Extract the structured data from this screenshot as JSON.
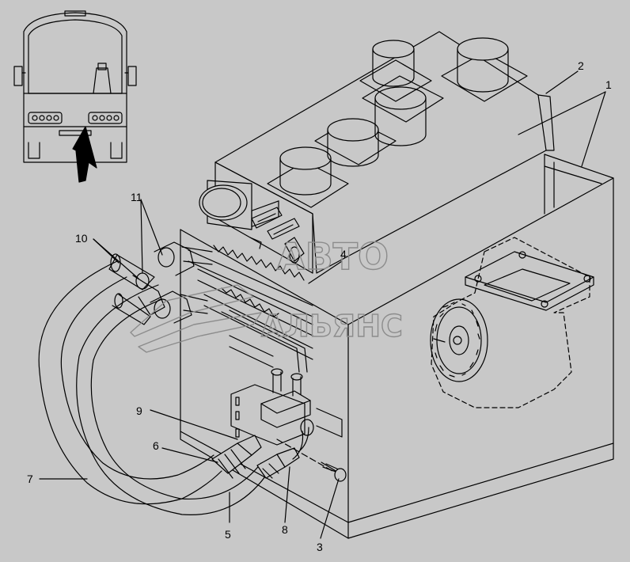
{
  "callouts": {
    "c1": "1",
    "c2": "2",
    "c3": "3",
    "c4": "4",
    "c5": "5",
    "c6": "6",
    "c7": "7",
    "c8": "8",
    "c9": "9",
    "c10": "10",
    "c11": "11"
  },
  "watermark": {
    "line1": "АВТО",
    "line2": "АЛЬЯНС"
  },
  "colors": {
    "background": "#c8c8c8",
    "line": "#000000",
    "watermark": "#8c8c8c"
  }
}
